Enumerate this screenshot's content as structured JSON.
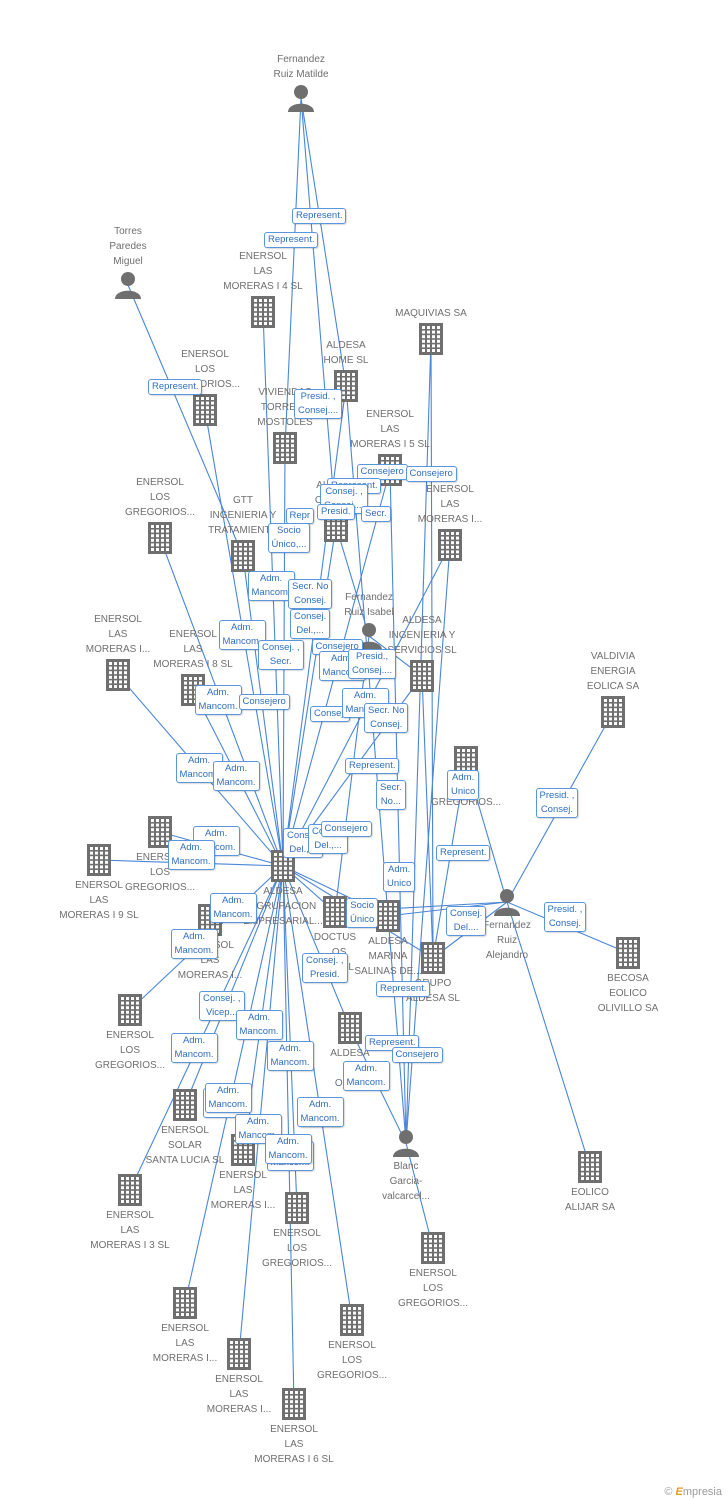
{
  "colors": {
    "edge": "#4a86d8",
    "icon": "#6f6f6f",
    "tag_border": "#5a96dc",
    "tag_text": "#2f6fbf"
  },
  "nodes": [
    {
      "id": "fernandez_matilde",
      "type": "person",
      "label": "Fernandez\nRuiz Matilde",
      "lp": "above"
    },
    {
      "id": "torres",
      "type": "person",
      "label": "Torres\nParedes\nMiguel",
      "lp": "above"
    },
    {
      "id": "enersol_moreras_4",
      "type": "company",
      "label": "ENERSOL\nLAS\nMORERAS I 4 SL",
      "lp": "above"
    },
    {
      "id": "maquivias",
      "type": "company",
      "label": "MAQUIVIAS SA",
      "lp": "above"
    },
    {
      "id": "aldesa_home",
      "type": "company",
      "label": "ALDESA\nHOME SL",
      "lp": "above"
    },
    {
      "id": "enersol_gregorios_top",
      "type": "company",
      "label": "ENERSOL\nLOS\nGREGORIOS...",
      "lp": "above"
    },
    {
      "id": "viviendas",
      "type": "company",
      "label": "VIVIENDAS\nTORREJ...\nMOSTOLES",
      "lp": "above"
    },
    {
      "id": "enersol_moreras_5",
      "type": "company",
      "label": "ENERSOL\nLAS\nMORERAS I 5 SL",
      "lp": "above"
    },
    {
      "id": "enersol_moreras_r",
      "type": "company",
      "label": "ENERSOL\nLAS\nMORERAS I...",
      "lp": "above"
    },
    {
      "id": "enersol_gregorios_l",
      "type": "company",
      "label": "ENERSOL\nLOS\nGREGORIOS...",
      "lp": "above"
    },
    {
      "id": "gtt",
      "type": "company",
      "label": "GTT\nINGENIERIA Y\nTRATAMIENT...",
      "lp": "above"
    },
    {
      "id": "aldesa_constr",
      "type": "company",
      "label": "ALDESA\nCONST...",
      "lp": "above"
    },
    {
      "id": "fernandez_isabel",
      "type": "person",
      "label": "Fernandez\nRuiz Isabel",
      "lp": "above"
    },
    {
      "id": "aldesa_ingenieria",
      "type": "company",
      "label": "ALDESA\nINGENIERIA Y\nSERVICIOS SL",
      "lp": "above"
    },
    {
      "id": "valdivia",
      "type": "company",
      "label": "VALDIVIA\nENERGIA\nEOLICA SA",
      "lp": "above"
    },
    {
      "id": "enersol_moreras_l",
      "type": "company",
      "label": "ENERSOL\nLAS\nMORERAS I...",
      "lp": "above"
    },
    {
      "id": "enersol_moreras_8",
      "type": "company",
      "label": "ENERSOL\nLAS\nMORERAS I 8 SL",
      "lp": "above"
    },
    {
      "id": "enersol_gregorios_mr",
      "type": "company",
      "label": "LOS\nGREGORIOS...",
      "lp": "below"
    },
    {
      "id": "enersol_gregorios_m",
      "type": "company",
      "label": "ENERSOL\nLOS\nGREGORIOS...",
      "lp": "below"
    },
    {
      "id": "enersol_moreras_9",
      "type": "company",
      "label": "ENERSOL\nLAS\nMORERAS I 9 SL",
      "lp": "below"
    },
    {
      "id": "aldesa_agrupacion",
      "type": "company",
      "label": "ALDESA\nAGRUPACION\nEMPRESARIAL...",
      "lp": "below"
    },
    {
      "id": "doctus",
      "type": "company",
      "label": "DOCTUS\n...OS\n...OS SL",
      "lp": "below"
    },
    {
      "id": "aldesa_marina",
      "type": "company",
      "label": "ALDESA\nMARINA\nSALINAS DE...",
      "lp": "below"
    },
    {
      "id": "grupo_aldesa",
      "type": "company",
      "label": "GRUPO\nALDESA SL",
      "lp": "below"
    },
    {
      "id": "fernandez_alejandro",
      "type": "person",
      "label": "Fernandez\nRuiz\nAlejandro",
      "lp": "below"
    },
    {
      "id": "becosa",
      "type": "company",
      "label": "BECOSA\nEOLICO\nOLIVILLO SA",
      "lp": "below"
    },
    {
      "id": "enersol_moreras_m",
      "type": "company",
      "label": "ENERSOL\nLAS\nMORERAS I...",
      "lp": "below"
    },
    {
      "id": "enersol_gregorios_ll",
      "type": "company",
      "label": "ENERSOL\nLOS\nGREGORIOS...",
      "lp": "below"
    },
    {
      "id": "aldesa_eolica",
      "type": "company",
      "label": "ALDESA\nE...\nOLIV...",
      "lp": "below"
    },
    {
      "id": "enersol_solar",
      "type": "company",
      "label": "ENERSOL\nSOLAR\nSANTA LUCIA SL",
      "lp": "below"
    },
    {
      "id": "enersol_moreras_c",
      "type": "company",
      "label": "ENERSOL\nLAS\nMORERAS I...",
      "lp": "below"
    },
    {
      "id": "blanc",
      "type": "person",
      "label": "Blanc\nGarcia-\nvalcarcel...",
      "lp": "below"
    },
    {
      "id": "eolico_alijar",
      "type": "company",
      "label": "EOLICO\nALIJAR SA",
      "lp": "below"
    },
    {
      "id": "enersol_moreras_3",
      "type": "company",
      "label": "ENERSOL\nLAS\nMORERAS I 3 SL",
      "lp": "below"
    },
    {
      "id": "enersol_gregorios_c",
      "type": "company",
      "label": "ENERSOL\nLOS\nGREGORIOS...",
      "lp": "below"
    },
    {
      "id": "enersol_gregorios_br",
      "type": "company",
      "label": "ENERSOL\nLOS\nGREGORIOS...",
      "lp": "below"
    },
    {
      "id": "enersol_moreras_bl",
      "type": "company",
      "label": "ENERSOL\nLAS\nMORERAS I...",
      "lp": "below"
    },
    {
      "id": "enersol_gregorios_b",
      "type": "company",
      "label": "ENERSOL\nLOS\nGREGORIOS...",
      "lp": "below"
    },
    {
      "id": "enersol_moreras_b",
      "type": "company",
      "label": "ENERSOL\nLAS\nMORERAS I...",
      "lp": "below"
    },
    {
      "id": "enersol_moreras_6",
      "type": "company",
      "label": "ENERSOL\nLAS\nMORERAS I 6 SL",
      "lp": "below"
    }
  ],
  "edges": [
    [
      "fernandez_matilde",
      "aldesa_home"
    ],
    [
      "fernandez_matilde",
      "viviendas"
    ],
    [
      "fernandez_matilde",
      "aldesa_constr"
    ],
    [
      "torres",
      "gtt"
    ],
    [
      "aldesa_agrupacion",
      "enersol_moreras_4"
    ],
    [
      "aldesa_agrupacion",
      "enersol_gregorios_top"
    ],
    [
      "aldesa_agrupacion",
      "viviendas"
    ],
    [
      "aldesa_agrupacion",
      "enersol_gregorios_l"
    ],
    [
      "aldesa_agrupacion",
      "enersol_moreras_l"
    ],
    [
      "aldesa_agrupacion",
      "enersol_moreras_8"
    ],
    [
      "aldesa_agrupacion",
      "enersol_gregorios_m"
    ],
    [
      "aldesa_agrupacion",
      "enersol_moreras_9"
    ],
    [
      "aldesa_agrupacion",
      "enersol_gregorios_ll"
    ],
    [
      "aldesa_agrupacion",
      "enersol_solar"
    ],
    [
      "aldesa_agrupacion",
      "enersol_moreras_3"
    ],
    [
      "aldesa_agrupacion",
      "enersol_moreras_c"
    ],
    [
      "aldesa_agrupacion",
      "enersol_gregorios_c"
    ],
    [
      "aldesa_agrupacion",
      "enersol_moreras_bl"
    ],
    [
      "aldesa_agrupacion",
      "enersol_moreras_b"
    ],
    [
      "aldesa_agrupacion",
      "enersol_moreras_6"
    ],
    [
      "aldesa_agrupacion",
      "enersol_gregorios_b"
    ],
    [
      "aldesa_agrupacion",
      "aldesa_home"
    ],
    [
      "aldesa_agrupacion",
      "enersol_moreras_5"
    ],
    [
      "aldesa_agrupacion",
      "aldesa_ingenieria"
    ],
    [
      "aldesa_agrupacion",
      "gtt"
    ],
    [
      "fernandez_alejandro",
      "valdivia"
    ],
    [
      "fernandez_alejandro",
      "becosa"
    ],
    [
      "fernandez_alejandro",
      "eolico_alijar"
    ],
    [
      "fernandez_alejandro",
      "enersol_gregorios_mr"
    ],
    [
      "fernandez_alejandro",
      "grupo_aldesa"
    ],
    [
      "fernandez_alejandro",
      "doctus"
    ],
    [
      "fernandez_alejandro",
      "aldesa_marina"
    ],
    [
      "blanc",
      "enersol_gregorios_br"
    ],
    [
      "blanc",
      "aldesa_eolica"
    ],
    [
      "blanc",
      "enersol_moreras_r"
    ],
    [
      "blanc",
      "maquivias"
    ],
    [
      "blanc",
      "enersol_moreras_5"
    ],
    [
      "blanc",
      "aldesa_home"
    ],
    [
      "fernandez_isabel",
      "aldesa_constr"
    ],
    [
      "fernandez_isabel",
      "aldesa_ingenieria"
    ],
    [
      "fernandez_isabel",
      "doctus"
    ],
    [
      "grupo_aldesa",
      "aldesa_agrupacion"
    ],
    [
      "grupo_aldesa",
      "aldesa_ingenieria"
    ],
    [
      "grupo_aldesa",
      "maquivias"
    ],
    [
      "grupo_aldesa",
      "enersol_gregorios_mr"
    ],
    [
      "aldesa_agrupacion",
      "doctus"
    ],
    [
      "aldesa_agrupacion",
      "aldesa_eolica"
    ],
    [
      "aldesa_agrupacion",
      "aldesa_marina"
    ],
    [
      "aldesa_agrupacion",
      "aldesa_constr"
    ],
    [
      "aldesa_agrupacion",
      "enersol_moreras_r"
    ]
  ],
  "tags": [
    "Represent.",
    "Represent.",
    "Represent.",
    "Presid. ,\nConsej....",
    "Consejero",
    "Consejero",
    "Represent.",
    "Consej. ,\nConsej....",
    "Presid.",
    "Secr.",
    "Repr",
    "Socio\nÚnico,...",
    "Adm.\nMancom.",
    "Secr. No\nConsej.",
    "Consej.\nDel.,...",
    "Adm.\nMancom.",
    "Consej. ,\nSecr.",
    "Consejero",
    "Adm.\nMancom.",
    "Presid.,\nConsej....",
    "Adm.\nMancom.",
    "Consejero",
    "Consej.",
    "Adm.\nMancom.",
    "Secr. No\nConsej.",
    "Adm.\nMancom.",
    "Adm.\nMancom.",
    "Represent.",
    "Consej.\nDel.,...",
    "Secr.\nNo...",
    "Adm.\nUnico",
    "Presid. ,\nConsej.",
    "Adm.\nMancom.",
    "Adm.\nMancom.",
    "Consej.\nDel.,...",
    "Consejero",
    "Represent.",
    "Adm.\nUnico",
    "Consej.\nDel....",
    "Presid. ,\nConsej.",
    "Adm.\nMancom.",
    "Adm.\nMancom.",
    "Socio\nÚnico",
    "Consej. ,\nPresid.",
    "Represent.",
    "Consej. ,\nVicep...",
    "Adm.\nMancom.",
    "Adm.\nMancom.",
    "Adm.\nMancom.",
    "Represent.",
    "Consejero",
    "Adm.\nMancom.",
    "Adm.\nMancom.",
    "Presid. ,\nConsej.",
    "Adm.\nMancom.",
    "Adm.\nMancom.",
    "Adm.\nMancom.",
    "Adm.\nMancom.",
    "Adm.\nMancom."
  ],
  "brand": {
    "copyright": "©",
    "e": "E",
    "rest": "mpresia"
  }
}
